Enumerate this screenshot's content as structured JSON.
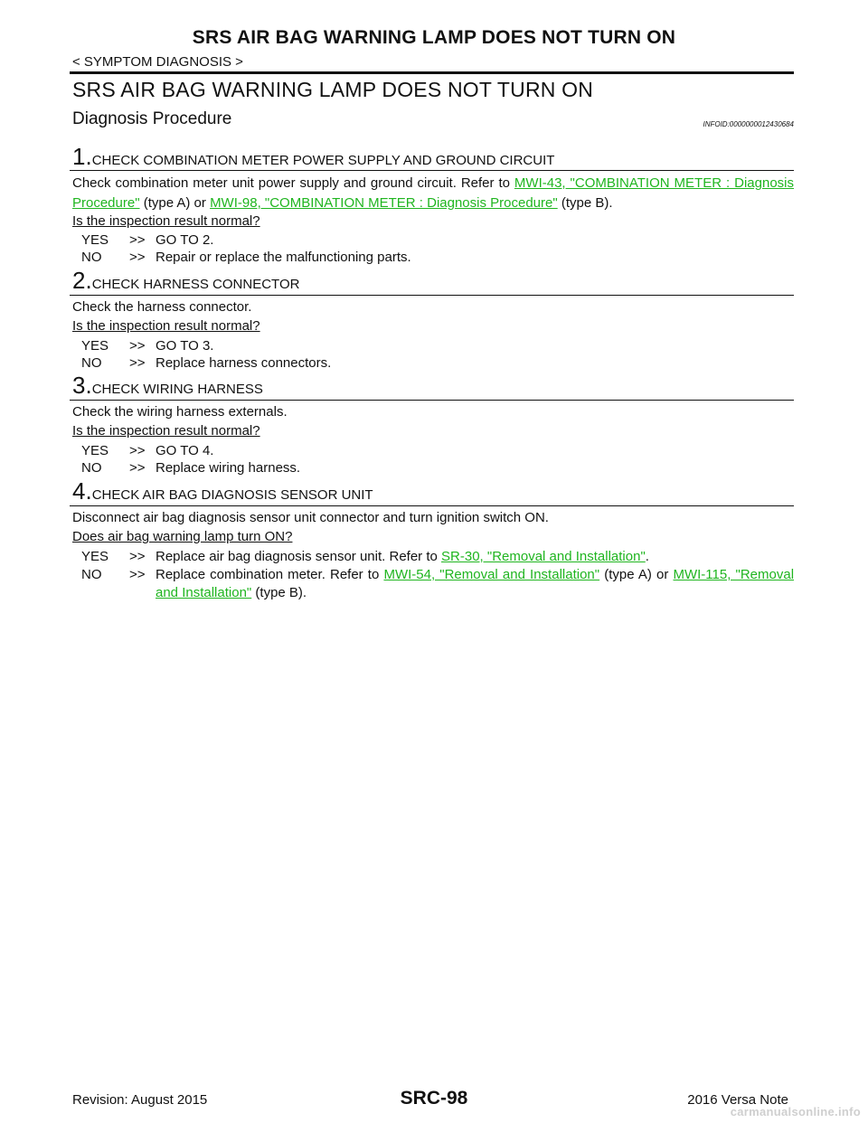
{
  "header": {
    "running_title": "SRS AIR BAG WARNING LAMP DOES NOT TURN ON",
    "breadcrumb": "< SYMPTOM DIAGNOSIS >"
  },
  "page_title": "SRS AIR BAG WARNING LAMP DOES NOT TURN ON",
  "section": {
    "title": "Diagnosis Procedure",
    "infoid": "INFOID:0000000012430684"
  },
  "steps": [
    {
      "num": "1.",
      "title": "CHECK COMBINATION METER POWER SUPPLY AND GROUND CIRCUIT",
      "instruction_prefix": "Check combination meter unit power supply and ground circuit. Refer to ",
      "link1": "MWI-43, \"COMBINATION METER : Diagnosis Procedure\"",
      "mid": " (type A) or ",
      "link2": "MWI-98, \"COMBINATION METER : Diagnosis Procedure\"",
      "suffix": " (type B).",
      "question": "Is the inspection result normal?",
      "yes": "GO TO 2.",
      "no": "Repair or replace the malfunctioning parts."
    },
    {
      "num": "2.",
      "title": "CHECK HARNESS CONNECTOR",
      "instruction": "Check the harness connector.",
      "question": "Is the inspection result normal?",
      "yes": "GO TO 3.",
      "no": "Replace harness connectors."
    },
    {
      "num": "3.",
      "title": "CHECK WIRING HARNESS",
      "instruction": "Check the wiring harness externals.",
      "question": "Is the inspection result normal?",
      "yes": "GO TO 4.",
      "no": "Replace wiring harness."
    },
    {
      "num": "4.",
      "title": "CHECK AIR BAG DIAGNOSIS SENSOR UNIT",
      "instruction": "Disconnect air bag diagnosis sensor unit connector and turn ignition switch ON.",
      "question": "Does air bag warning lamp turn ON?",
      "yes_prefix": "Replace air bag diagnosis sensor unit. Refer to ",
      "yes_link": "SR-30, \"Removal and Installation\"",
      "yes_suffix": ".",
      "no_prefix": "Replace combination meter. Refer to ",
      "no_link1": "MWI-54, \"Removal and Installation\"",
      "no_mid": " (type A) or ",
      "no_link2": "MWI-115, \"Removal and Installation\"",
      "no_suffix": " (type B)."
    }
  ],
  "labels": {
    "yes": "YES",
    "no": "NO",
    "arrow": ">>"
  },
  "footer": {
    "revision": "Revision: August 2015",
    "page_code": "SRC-98",
    "model": "2016 Versa Note"
  },
  "watermark": "carmanualsonline.info",
  "colors": {
    "link": "#1fb51f",
    "text": "#111111"
  }
}
